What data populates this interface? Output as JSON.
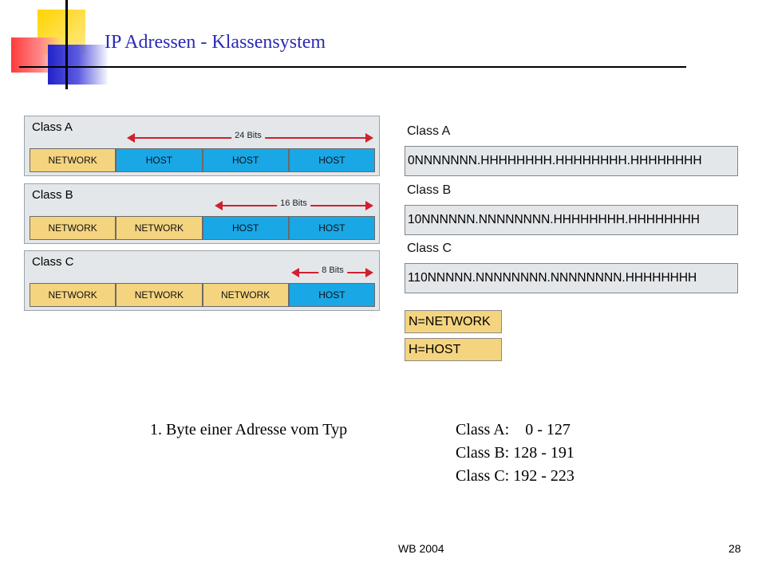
{
  "slide": {
    "title": "IP Adressen - Klassensystem",
    "footer_center": "WB 2004",
    "page_number": "28"
  },
  "diagram_left": [
    {
      "title": "Class A",
      "arrow_label": "24 Bits",
      "segments": [
        "NETWORK",
        "HOST",
        "HOST",
        "HOST"
      ]
    },
    {
      "title": "Class B",
      "arrow_label": "16 Bits",
      "segments": [
        "NETWORK",
        "NETWORK",
        "HOST",
        "HOST"
      ]
    },
    {
      "title": "Class C",
      "arrow_label": "8 Bits",
      "segments": [
        "NETWORK",
        "NETWORK",
        "NETWORK",
        "HOST"
      ]
    }
  ],
  "diagram_right": [
    {
      "title": "Class A",
      "bits": "0NNNNNNN.HHHHHHHH.HHHHHHHH.HHHHHHHH"
    },
    {
      "title": "Class B",
      "bits": "10NNNNNN.NNNNNNNN.HHHHHHHH.HHHHHHHH"
    },
    {
      "title": "Class C",
      "bits": "110NNNNN.NNNNNNNN.NNNNNNNN.HHHHHHHH"
    }
  ],
  "legend": [
    "N=NETWORK",
    "H=HOST"
  ],
  "ranges": {
    "intro": "1. Byte einer Adresse vom Typ",
    "lines": [
      "Class A:    0 - 127",
      "Class B: 128 - 191",
      "Class C: 192 - 223"
    ]
  },
  "colors": {
    "title": "#2a2ab8",
    "network": "#f5d480",
    "host": "#1aa7e6",
    "arrow": "#d31f2e",
    "box": "#e4e7ea"
  }
}
